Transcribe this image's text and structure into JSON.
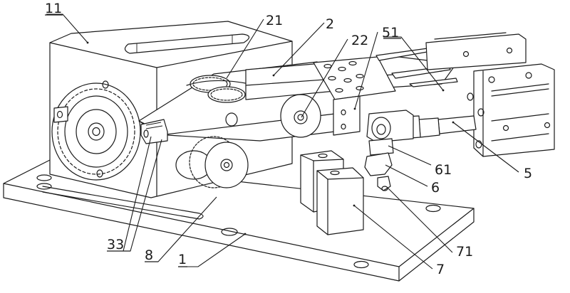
{
  "figure": {
    "type": "patent mechanical assembly drawing",
    "background": "#ffffff",
    "line_color": "#1a1a1a"
  },
  "callouts": [
    {
      "id": "11",
      "text": "11",
      "underlined": true,
      "part": "gear housing block"
    },
    {
      "id": "21",
      "text": "21",
      "underlined": false,
      "part": "upper gear"
    },
    {
      "id": "2",
      "text": "2",
      "underlined": false,
      "part": "swing arm"
    },
    {
      "id": "22",
      "text": "22",
      "underlined": false,
      "part": "pivot disc"
    },
    {
      "id": "51",
      "text": "51",
      "underlined": true,
      "part": "guide plates"
    },
    {
      "id": "5",
      "text": "5",
      "underlined": false,
      "part": "air cylinder"
    },
    {
      "id": "61",
      "text": "61",
      "underlined": false,
      "part": "clevis joint"
    },
    {
      "id": "6",
      "text": "6",
      "underlined": false,
      "part": "hex connector"
    },
    {
      "id": "71",
      "text": "71",
      "underlined": false,
      "part": "stop pin"
    },
    {
      "id": "7",
      "text": "7",
      "underlined": false,
      "part": "support block"
    },
    {
      "id": "1",
      "text": "1",
      "underlined": true,
      "part": "base plate"
    },
    {
      "id": "8",
      "text": "8",
      "underlined": true,
      "part": "lower gear"
    },
    {
      "id": "33",
      "text": "33",
      "underlined": true,
      "part": "rack clamp"
    }
  ]
}
